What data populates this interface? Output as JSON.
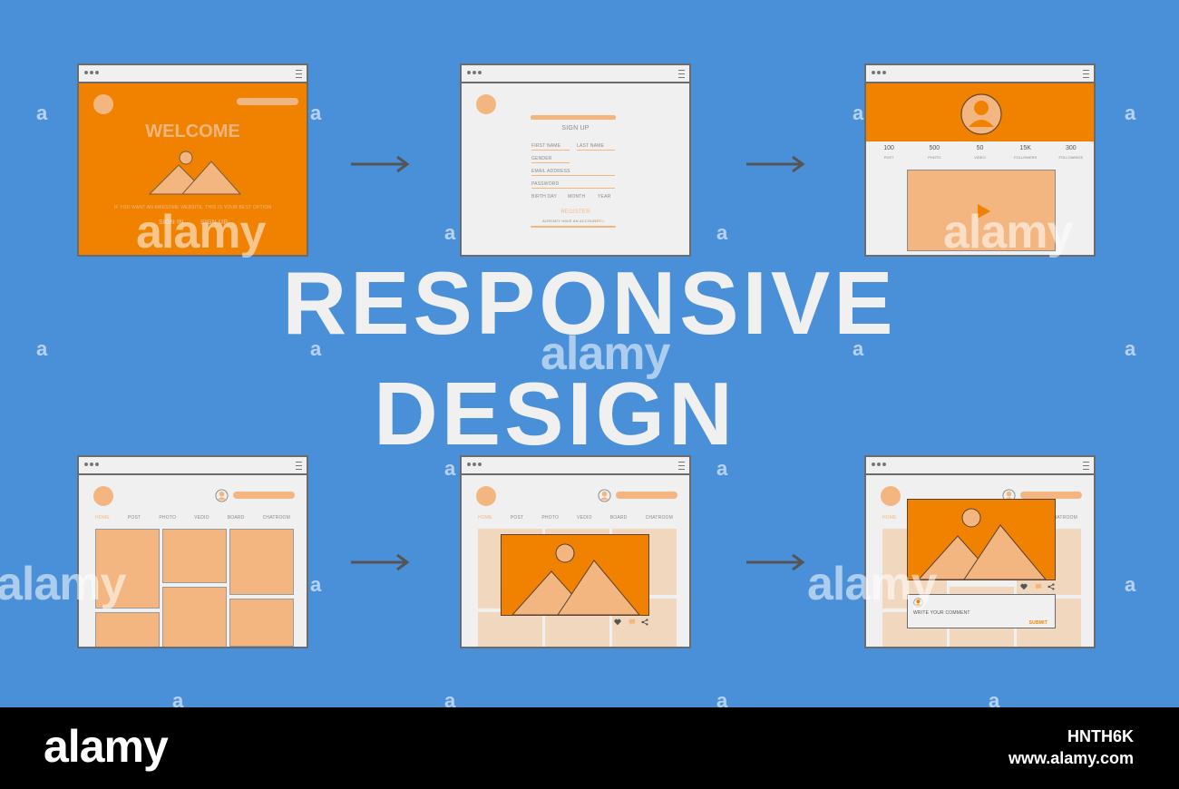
{
  "title": {
    "line1": "RESPONSIVE",
    "line2": "DESIGN"
  },
  "screen_welcome": {
    "heading": "WELCOME",
    "tagline": "IF YOU WANT AN AWESOME WEBSITE, THIS IS YOUR BEST OPTION",
    "sign_in": "SIGN IN",
    "sign_up": "SIGN UP"
  },
  "screen_signup": {
    "heading": "SIGN UP",
    "first_name": "FIRST NAME",
    "last_name": "LAST NAME",
    "gender": "GENDER",
    "email": "EMAIL ADDRESS",
    "password": "PASSWORD",
    "birth_day": "BIRTH DAY",
    "month": "MONTH",
    "year": "YEAR",
    "register": "REGISTER",
    "already": "ALREADY HAVE AN ACCOUNT?",
    "login": "LOGIN"
  },
  "screen_profile": {
    "stats": [
      {
        "value": "100",
        "label": "POST"
      },
      {
        "value": "500",
        "label": "PHOTO"
      },
      {
        "value": "50",
        "label": "VIDEO"
      },
      {
        "value": "15K",
        "label": "FOLLOWERS"
      },
      {
        "value": "300",
        "label": "FOLLOWINGS"
      }
    ]
  },
  "nav": {
    "items": [
      "HOME",
      "POST",
      "PHOTO",
      "VEDIO",
      "BOARD",
      "CHATROOM"
    ]
  },
  "screen_comment": {
    "comment_label": "WRITE YOUR COMMENT",
    "submit": "SUBMIT"
  },
  "watermark": {
    "brand": "alamy",
    "letter": "a",
    "image_id": "HNTH6K",
    "url": "www.alamy.com"
  },
  "colors": {
    "background": "#4a90d9",
    "orange": "#f08200",
    "light_orange": "#f4b680",
    "pale_orange": "#f1d7bd",
    "frame": "#6b6b6b",
    "title_text": "#f0f0f0",
    "footer": "#000000"
  },
  "icons": [
    "mountain-image-icon",
    "avatar-icon",
    "play-icon",
    "heart-icon",
    "chat-icon",
    "share-icon",
    "search-icon",
    "menu-icon"
  ]
}
